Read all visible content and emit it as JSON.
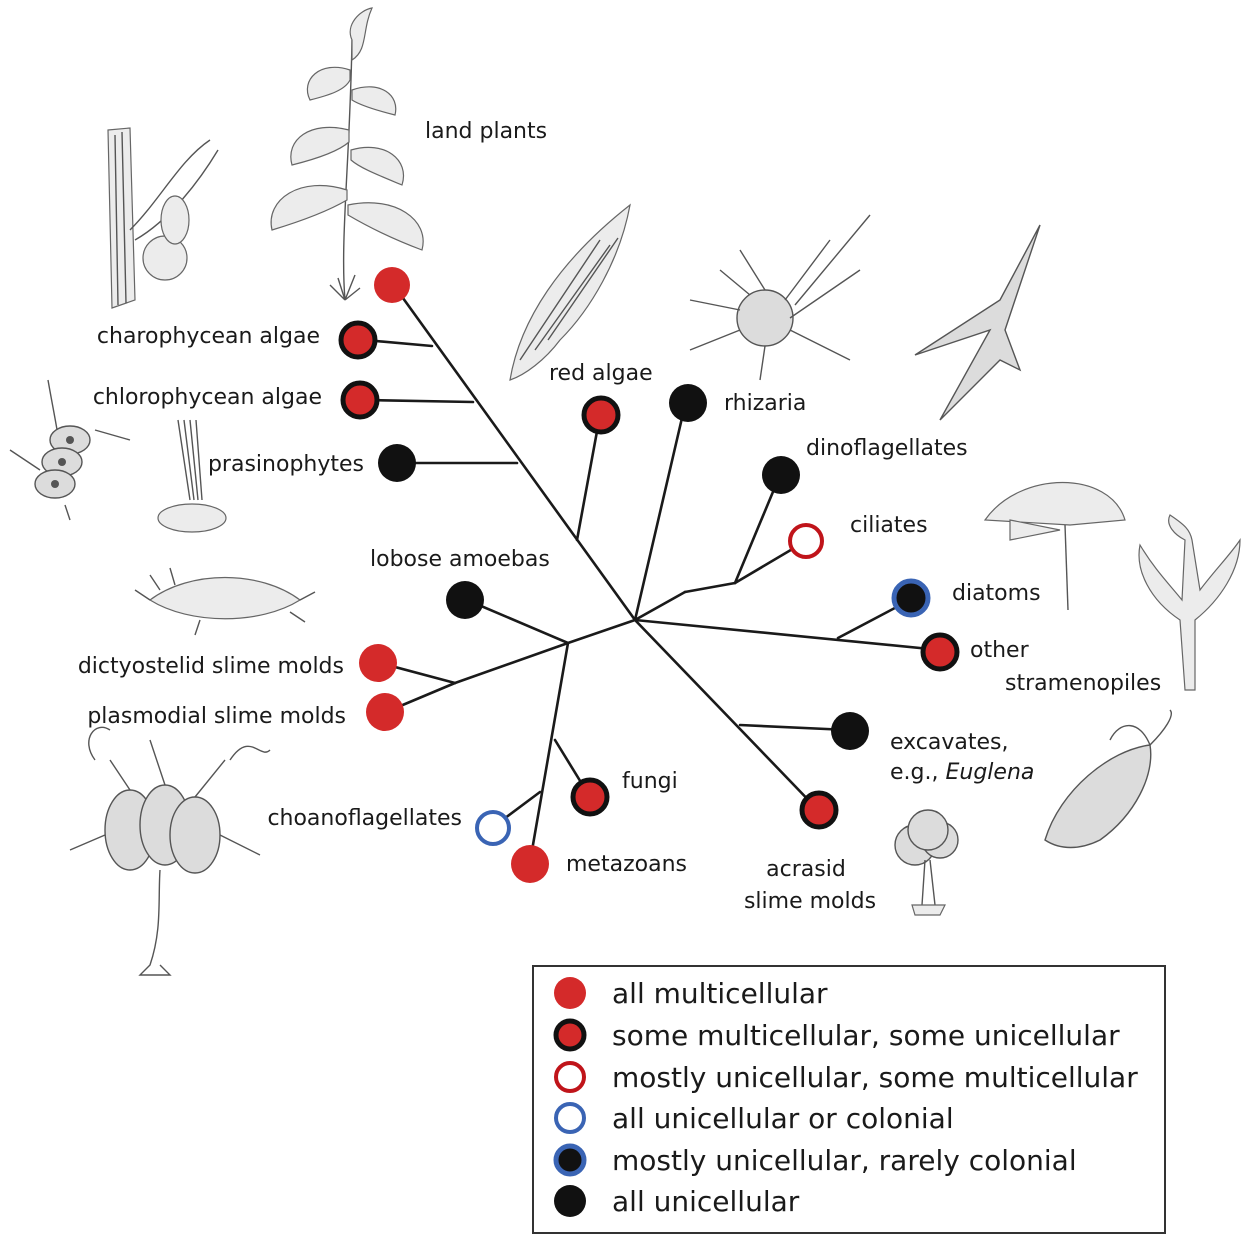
{
  "taxa": {
    "land_plants": "land plants",
    "charophycean": "charophycean algae",
    "chlorophycean": "chlorophycean algae",
    "prasinophytes": "prasinophytes",
    "red_algae": "red algae",
    "rhizaria": "rhizaria",
    "dinoflagellates": "dinoflagellates",
    "ciliates": "ciliates",
    "lobose": "lobose amoebas",
    "diatoms": "diatoms",
    "other_line1": "other",
    "other_line2": "stramenopiles",
    "dictyostelid": "dictyostelid slime molds",
    "plasmodial": "plasmodial slime molds",
    "excavates_line1": "excavates,",
    "excavates_line2_prefix": "e.g., ",
    "excavates_line2_italic": "Euglena",
    "fungi": "fungi",
    "choanoflagellates": "choanoflagellates",
    "metazoans": "metazoans",
    "acrasid_line1": "acrasid",
    "acrasid_line2": "slime molds"
  },
  "legend": {
    "all_multi": "all multicellular",
    "some_multi": "some multicellular, some unicellular",
    "mostly_uni_some_multi": "mostly unicellular, some multicellular",
    "all_uni_colonial": "all unicellular or colonial",
    "mostly_uni_rarely_colonial": "mostly unicellular, rarely colonial",
    "all_uni": "all unicellular"
  },
  "colors": {
    "red": "#d42a2a",
    "black": "#111111",
    "blue": "#3a64b4",
    "dark_red_ring": "#c0141a"
  }
}
